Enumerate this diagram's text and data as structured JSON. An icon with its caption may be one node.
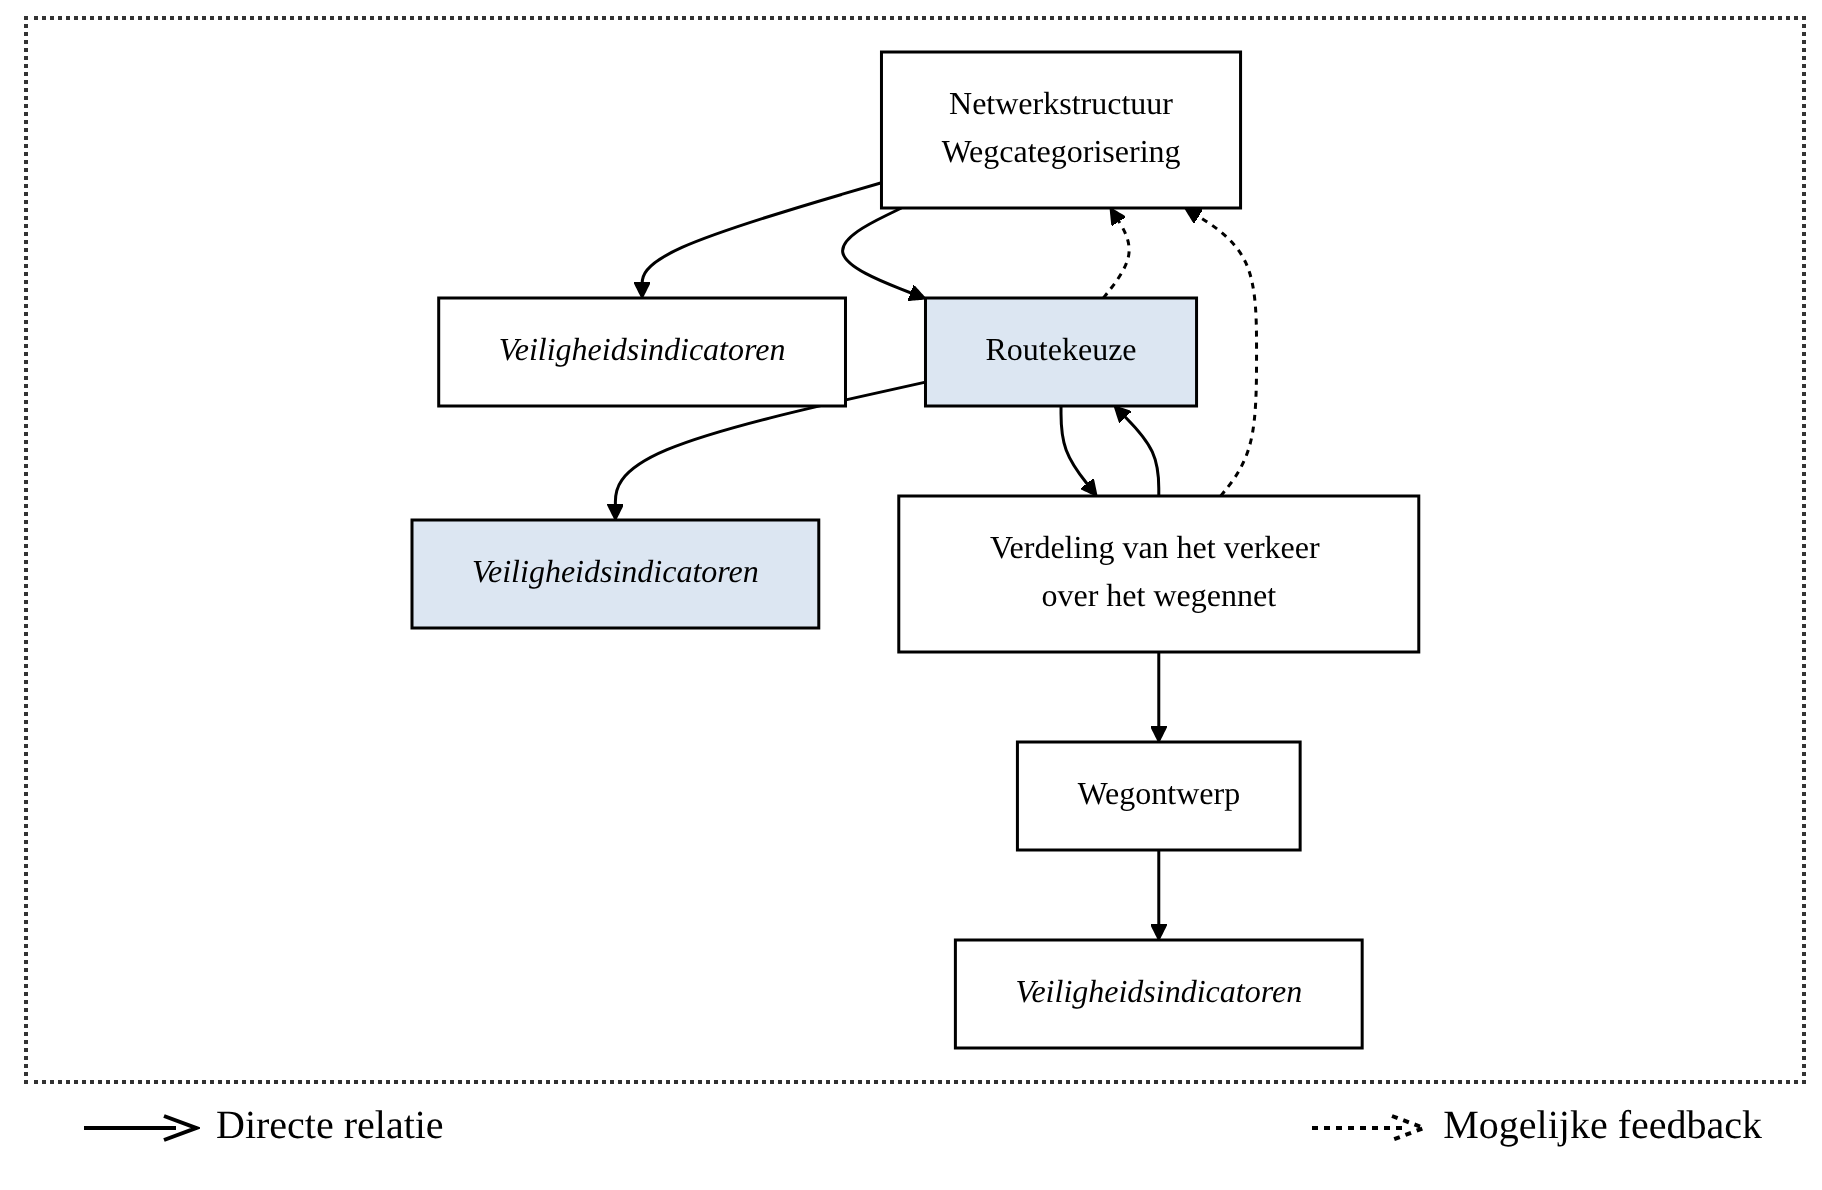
{
  "diagram": {
    "nodes": [
      {
        "text": [
          "Netwerkstructuur",
          "Wegcategorisering"
        ]
      },
      {
        "text": [
          "Veiligheidsindicatoren"
        ]
      },
      {
        "text": [
          "Routekeuze"
        ]
      },
      {
        "text": [
          "Veiligheidsindicatoren"
        ]
      },
      {
        "text": [
          "Verdeling van het verkeer over het wegennet"
        ]
      },
      {
        "text": [
          "Wegontwerp"
        ]
      },
      {
        "text": [
          "Veiligheidsindicatoren"
        ]
      }
    ],
    "edges": [
      {
        "from": 0,
        "to": 1,
        "arrow": "to"
      },
      {
        "from": 0,
        "to": 2,
        "arrow": "to"
      },
      {
        "from": 2,
        "to": 0,
        "arrow": "to",
        "style": "dashed"
      },
      {
        "from": 2,
        "to": 3,
        "arrow": "to"
      },
      {
        "from": 2,
        "to": 4,
        "arrow": "to"
      },
      {
        "from": 4,
        "to": 2,
        "arrow": "to"
      },
      {
        "from": 4,
        "to": 0,
        "arrow": "to",
        "style": "dashed"
      },
      {
        "from": 4,
        "to": 5,
        "arrow": "to"
      },
      {
        "from": 5,
        "to": 6,
        "arrow": "to"
      }
    ],
    "legend": [
      {
        "text": "Directe relatie"
      },
      {
        "text": "Mogelijke feedback"
      }
    ]
  }
}
